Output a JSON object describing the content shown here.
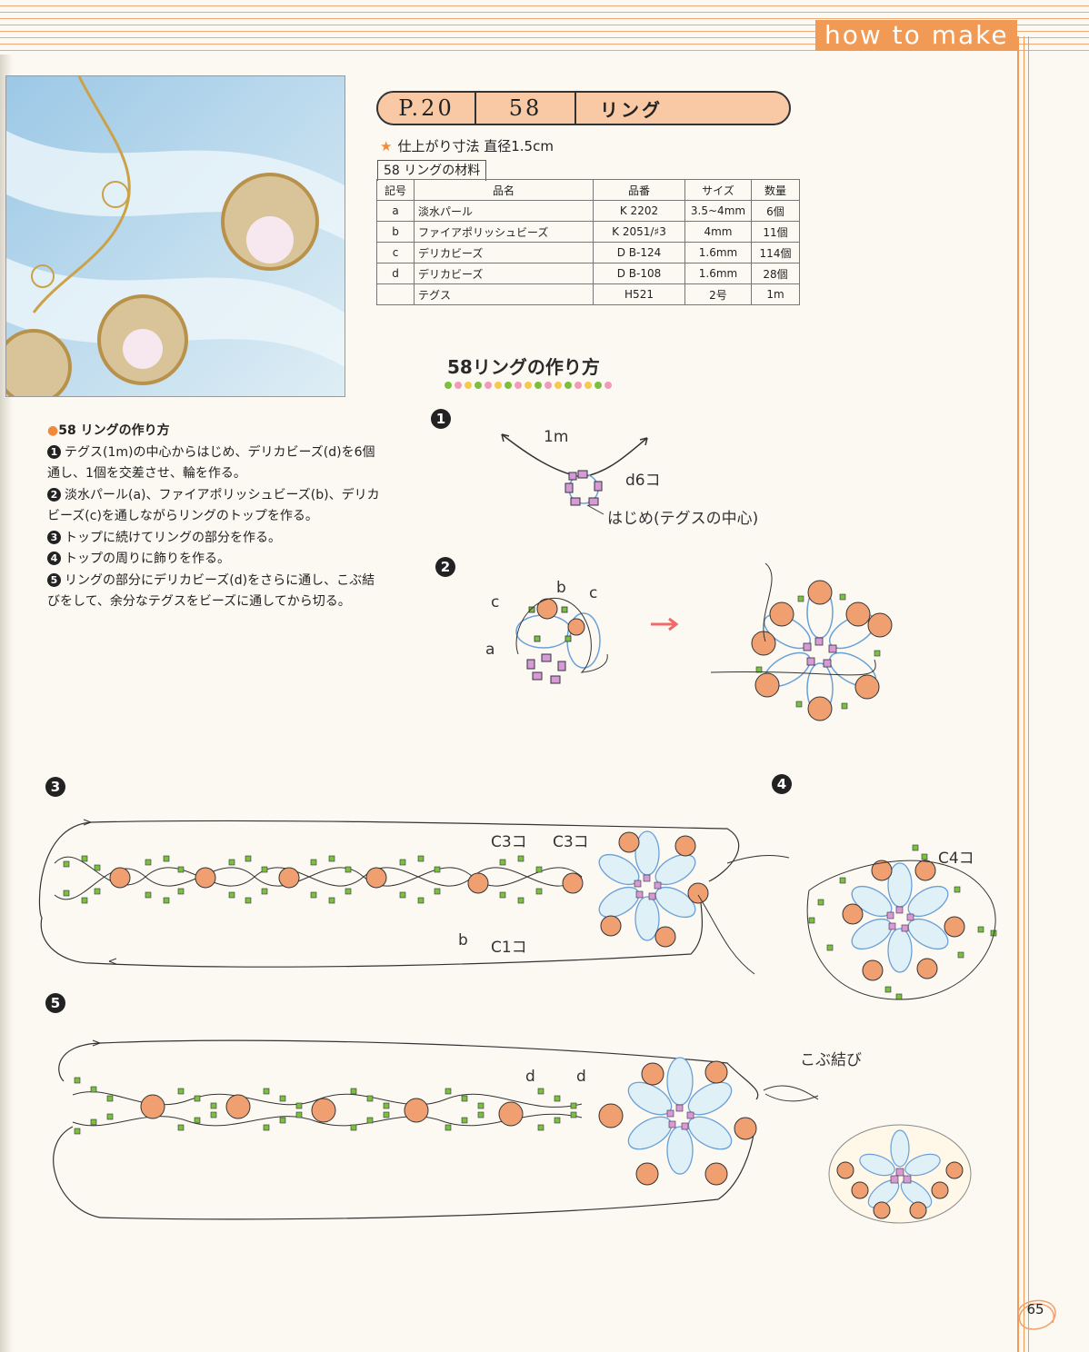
{
  "header": {
    "label": "how to make"
  },
  "title_bar": {
    "page": "P.20",
    "number": "58",
    "name": "リング"
  },
  "finish_size": "仕上がり寸法  直径1.5cm",
  "materials": {
    "title": "58 リングの材料",
    "headers": [
      "記号",
      "品名",
      "品番",
      "サイズ",
      "数量"
    ],
    "rows": [
      [
        "a",
        "淡水パール",
        "K 2202",
        "3.5~4mm",
        "6個"
      ],
      [
        "b",
        "ファイアポリッシュビーズ",
        "K 2051/♯3",
        "4mm",
        "11個"
      ],
      [
        "c",
        "デリカビーズ",
        "D B-124",
        "1.6mm",
        "114個"
      ],
      [
        "d",
        "デリカビーズ",
        "D B-108",
        "1.6mm",
        "28個"
      ],
      [
        "",
        "テグス",
        "H521",
        "2号",
        "1m"
      ]
    ]
  },
  "howto_heading": "58リングの作り方",
  "instructions": {
    "title": "58 リングの作り方",
    "steps": [
      {
        "n": "1",
        "text": "テグス(1m)の中心からはじめ、デリカビーズ(d)を6個通し、1個を交差させ、輪を作る。"
      },
      {
        "n": "2",
        "text": "淡水パール(a)、ファイアポリッシュビーズ(b)、デリカビーズ(c)を通しながらリングのトップを作る。"
      },
      {
        "n": "3",
        "text": "トップに続けてリングの部分を作る。"
      },
      {
        "n": "4",
        "text": "トップの周りに飾りを作る。"
      },
      {
        "n": "5",
        "text": "リングの部分にデリカビーズ(d)をさらに通し、こぶ結びをして、余分なテグスをビーズに通してから切る。"
      }
    ]
  },
  "diagram_labels": {
    "step1_length": "1m",
    "step1_beads": "d6コ",
    "step1_start": "はじめ(テグスの中心)",
    "step2_a": "a",
    "step2_b": "b",
    "step2_c1": "c",
    "step2_c2": "c",
    "step3_c3a": "C3コ",
    "step3_c3b": "C3コ",
    "step3_b": "b",
    "step3_c1": "C1コ",
    "step4_c4": "C4コ",
    "step5_d1": "d",
    "step5_d2": "d",
    "step5_knot": "こぶ結び"
  },
  "step_numbers": [
    "1",
    "2",
    "3",
    "4",
    "5"
  ],
  "colors": {
    "accent": "#f19a55",
    "bead_orange": "#f0a070",
    "bead_green": "#7bbf3c",
    "bead_pink": "#d79ad2",
    "pearl_blue": "#bfe3ef"
  },
  "page_number": "65"
}
